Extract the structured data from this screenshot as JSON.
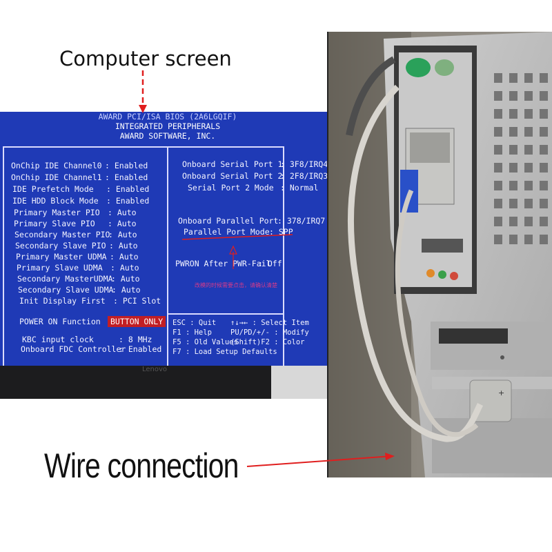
{
  "captions": {
    "top": "Computer screen",
    "bottom": "Wire connection"
  },
  "bios": {
    "header_lines": [
      "AWARD PCI/ISA BIOS (2A6LGQIF)",
      "INTEGRATED PERIPHERALS",
      "AWARD SOFTWARE, INC."
    ],
    "left_items": [
      {
        "label": "OnChip IDE Channel0",
        "value": ": Enabled"
      },
      {
        "label": "OnChip IDE Channel1",
        "value": ": Enabled"
      },
      {
        "label": "IDE Prefetch Mode",
        "value": ": Enabled"
      },
      {
        "label": "IDE HDD Block Mode",
        "value": ": Enabled"
      },
      {
        "label": "Primary Master   PIO",
        "value": ": Auto"
      },
      {
        "label": "Primary Slave    PIO",
        "value": ": Auto"
      },
      {
        "label": "Secondary Master PIO",
        "value": ": Auto"
      },
      {
        "label": "Secondary Slave  PIO",
        "value": ": Auto"
      },
      {
        "label": "Primary Master  UDMA",
        "value": ": Auto"
      },
      {
        "label": "Primary Slave   UDMA",
        "value": ": Auto"
      },
      {
        "label": "Secondary MasterUDMA",
        "value": ": Auto"
      },
      {
        "label": "Secondary Slave UDMA",
        "value": ": Auto"
      },
      {
        "label": "Init Display First",
        "value": ": PCI Slot"
      }
    ],
    "power_on_label": "POWER ON Function",
    "power_on_value": "BUTTON ONLY",
    "kbc_label": "KBC input clock",
    "kbc_value": ": 8 MHz",
    "fdc_label": "Onboard FDC Controller",
    "fdc_value": ": Enabled",
    "right_items": [
      {
        "label": "Onboard Serial Port 1",
        "value": ": 3F8/IRQ4"
      },
      {
        "label": "Onboard Serial Port 2",
        "value": ": 2F8/IRQ3"
      },
      {
        "label": "Serial Port 2 Mode",
        "value": ": Normal"
      },
      {
        "label": "Onboard Parallel Port",
        "value": ": 378/IRQ7"
      },
      {
        "label": "Parallel Port Mode",
        "value": ": SPP"
      },
      {
        "label": "PWRON After PWR-Fail",
        "value": ": Off"
      }
    ],
    "annotation": "改模的时候需要点击，请确认清楚",
    "help": [
      {
        "left": "ESC : Quit",
        "right": "↑↓→← : Select Item"
      },
      {
        "left": "F1  : Help",
        "right": "PU/PD/+/- : Modify"
      },
      {
        "left": "F5  : Old Values",
        "right": "(Shift)F2 : Color"
      },
      {
        "left": "F7  : Load Setup Defaults",
        "right": ""
      }
    ],
    "monitor_brand": "Lenovo"
  },
  "colors": {
    "bios_bg": "#1f3ab6",
    "bios_text": "#f4f4ff",
    "highlight": "#c21e24",
    "arrow": "#e01e1e"
  }
}
